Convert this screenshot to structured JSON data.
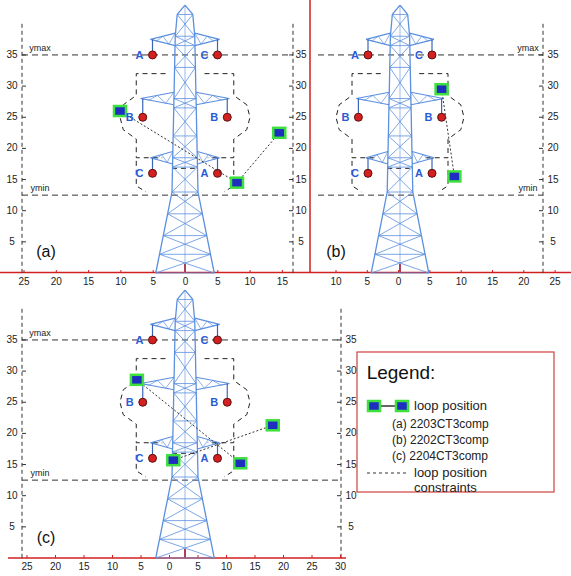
{
  "diagram": {
    "labels": [
      "(a)",
      "A",
      "C",
      "B",
      "B",
      "C",
      "A",
      "ymax",
      "ymin",
      "35",
      "30",
      "25",
      "20",
      "15",
      "10",
      "5",
      "35",
      "30",
      "25",
      "20",
      "15",
      "10",
      "5",
      "25",
      "20",
      "15",
      "10",
      "5",
      "0",
      "5",
      "10",
      "15",
      "(b)",
      "A",
      "C",
      "B",
      "B",
      "C",
      "A",
      "ymax",
      "ymin",
      "35",
      "30",
      "25",
      "20",
      "15",
      "10",
      "5",
      "10",
      "5",
      "0",
      "5",
      "10",
      "15",
      "20",
      "25",
      "(c)",
      "A",
      "C",
      "B",
      "B",
      "C",
      "A",
      "ymax",
      "ymin",
      "35",
      "30",
      "25",
      "20",
      "15",
      "10",
      "5",
      "35",
      "30",
      "25",
      "20",
      "15",
      "10",
      "5",
      "25",
      "20",
      "15",
      "10",
      "5",
      "0",
      "5",
      "10",
      "15",
      "20",
      "25",
      "30",
      "Legend:"
    ],
    "legend": [
      {
        "text": "loop position"
      },
      {
        "text": "(a) 2203CT3comp"
      },
      {
        "text": "(b) 2202CT3comp"
      },
      {
        "text": "(c) 2204CT3comp"
      },
      {
        "text": "loop position constraints"
      }
    ]
  }
}
